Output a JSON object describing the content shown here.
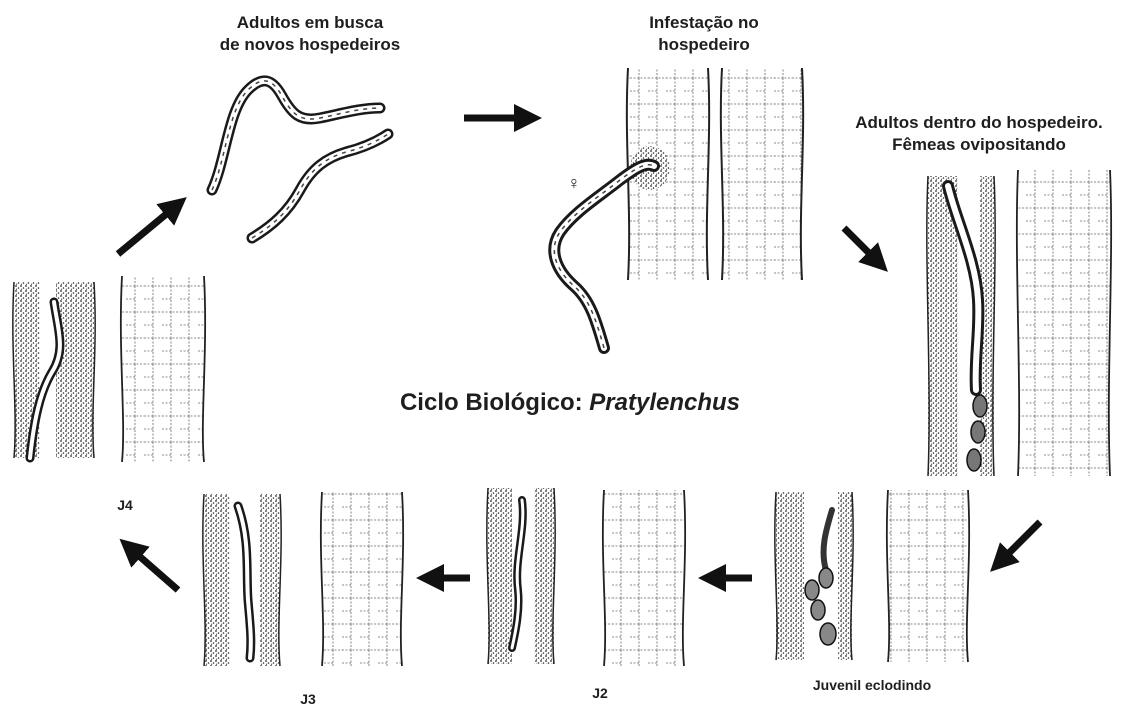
{
  "title": {
    "prefix": "Ciclo Biológico: ",
    "genus": "Pratylenchus"
  },
  "stages": {
    "adults_seeking": {
      "line1": "Adultos em busca",
      "line2": "de novos hospedeiros"
    },
    "infestation": {
      "line1": "Infestação no",
      "line2": "hospedeiro",
      "symbol": "♀"
    },
    "adults_inside": {
      "line1": "Adultos dentro do hospedeiro.",
      "line2": "Fêmeas ovipositando"
    },
    "juvenile_hatching": "Juvenil eclodindo",
    "j2": "J2",
    "j3": "J3",
    "j4": "J4"
  },
  "colors": {
    "ink": "#1a1a1a",
    "stipple": "#6a6a6a",
    "cell": "#555555",
    "background": "#ffffff"
  }
}
